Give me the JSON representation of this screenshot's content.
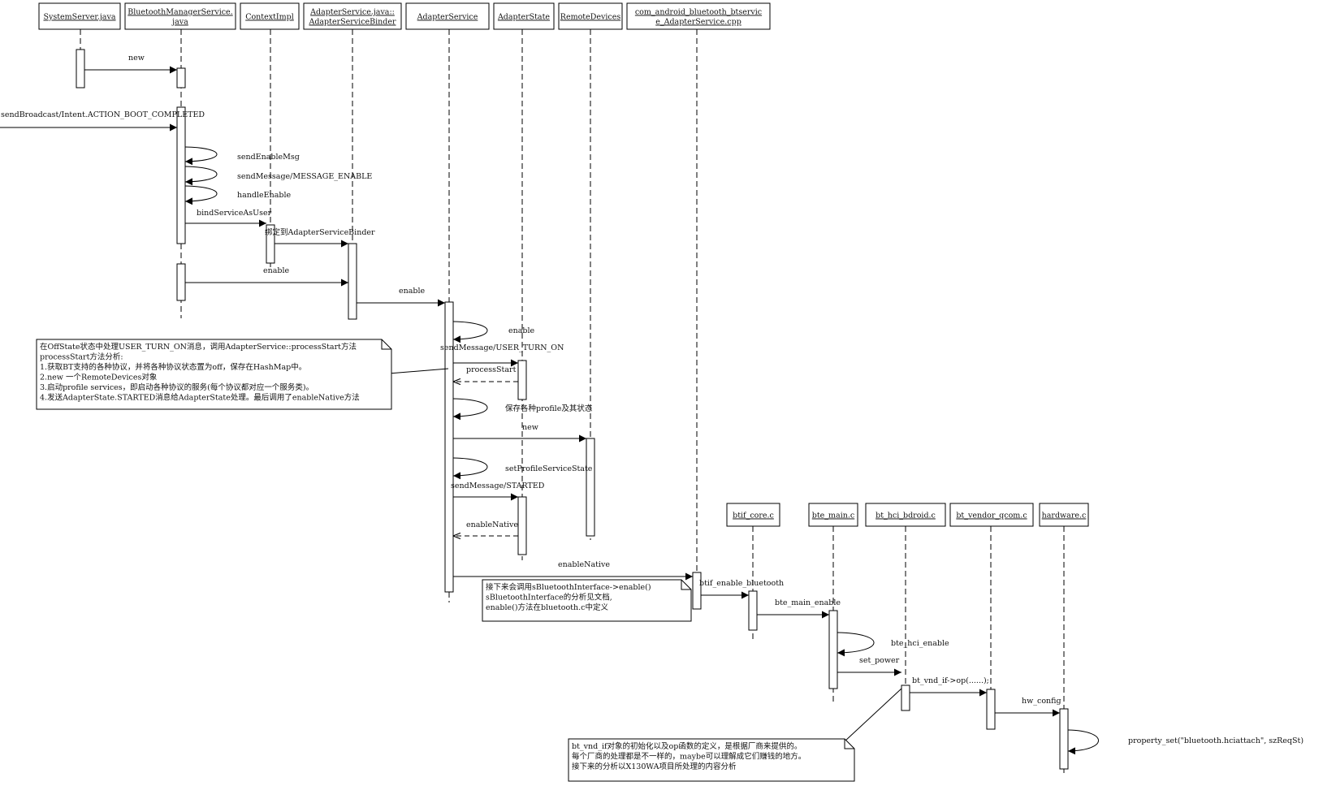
{
  "lifelines": [
    {
      "id": "ss",
      "lines": [
        "SystemServer.java"
      ]
    },
    {
      "id": "bms",
      "lines": [
        "BluetoothManagerService.",
        "java"
      ]
    },
    {
      "id": "ctx",
      "lines": [
        "ContextImpl"
      ]
    },
    {
      "id": "asb",
      "lines": [
        "AdapterService.java::",
        "AdapterServiceBinder"
      ]
    },
    {
      "id": "as",
      "lines": [
        "AdapterService"
      ]
    },
    {
      "id": "ast",
      "lines": [
        "AdapterState"
      ]
    },
    {
      "id": "rd",
      "lines": [
        "RemoteDevices"
      ]
    },
    {
      "id": "cpp",
      "lines": [
        "com_android_bluetooth_btservic",
        "e_AdapterService.cpp"
      ]
    },
    {
      "id": "core",
      "lines": [
        "btif_core.c"
      ]
    },
    {
      "id": "btem",
      "lines": [
        "bte_main.c"
      ]
    },
    {
      "id": "hci",
      "lines": [
        "bt_hci_bdroid.c"
      ]
    },
    {
      "id": "ven",
      "lines": [
        "bt_vendor_qcom.c"
      ]
    },
    {
      "id": "hw",
      "lines": [
        "hardware.c"
      ]
    }
  ],
  "messages": [
    {
      "id": "m1",
      "label": "new"
    },
    {
      "id": "m2",
      "label": "sendBroadcast/Intent.ACTION_BOOT_COMPLETED"
    },
    {
      "id": "m3",
      "label": "sendEnableMsg"
    },
    {
      "id": "m4",
      "label": "sendMessage/MESSAGE_ENABLE"
    },
    {
      "id": "m5",
      "label": "handleEnable"
    },
    {
      "id": "m6",
      "label": "bindServiceAsUser"
    },
    {
      "id": "m7",
      "label": "绑定到AdapterServiceBinder"
    },
    {
      "id": "m8",
      "label": "enable"
    },
    {
      "id": "m9",
      "label": "enable"
    },
    {
      "id": "m10",
      "label": "enable"
    },
    {
      "id": "m11",
      "label": "sendMessage/USER_TURN_ON"
    },
    {
      "id": "m12",
      "label": "processStart"
    },
    {
      "id": "m13",
      "label": "保存各种profile及其状态"
    },
    {
      "id": "m14",
      "label": "new"
    },
    {
      "id": "m15",
      "label": "setProfileServiceState"
    },
    {
      "id": "m16",
      "label": "sendMessage/STARTED"
    },
    {
      "id": "m17",
      "label": "enableNative"
    },
    {
      "id": "m18",
      "label": "enableNative"
    },
    {
      "id": "m19",
      "label": "btif_enable_bluetooth"
    },
    {
      "id": "m20",
      "label": "bte_main_enable"
    },
    {
      "id": "m21",
      "label": "bte_hci_enable"
    },
    {
      "id": "m22",
      "label": "set_power"
    },
    {
      "id": "m23",
      "label": "bt_vnd_if->op(......);"
    },
    {
      "id": "m24",
      "label": "hw_config"
    },
    {
      "id": "m25",
      "label": "property_set(\"bluetooth.hciattach\", szReqSt)"
    }
  ],
  "notes": [
    {
      "id": "n1",
      "lines": [
        "在OffState状态中处理USER_TURN_ON消息，调用AdapterService::processStart方法",
        "processStart方法分析:",
        "1.获取BT支持的各种协议，并将各种协议状态置为off，保存在HashMap中。",
        "2.new 一个RemoteDevices对象",
        "3.启动profile services，即启动各种协议的服务(每个协议都对应一个服务类)。",
        "4.发送AdapterState.STARTED消息给AdapterState处理。最后调用了enableNative方法"
      ]
    },
    {
      "id": "n2",
      "lines": [
        "接下来会调用sBluetoothInterface->enable()",
        "sBluetoothInterface的分析见文档,",
        "enable()方法在bluetooth.c中定义"
      ]
    },
    {
      "id": "n3",
      "lines": [
        "bt_vnd_if对象的初始化以及op函数的定义，是根据厂商来提供的。",
        "每个厂商的处理都是不一样的，maybe可以理解成它们赚钱的地方。",
        "接下来的分析以X130WA项目所处理的内容分析"
      ]
    }
  ]
}
